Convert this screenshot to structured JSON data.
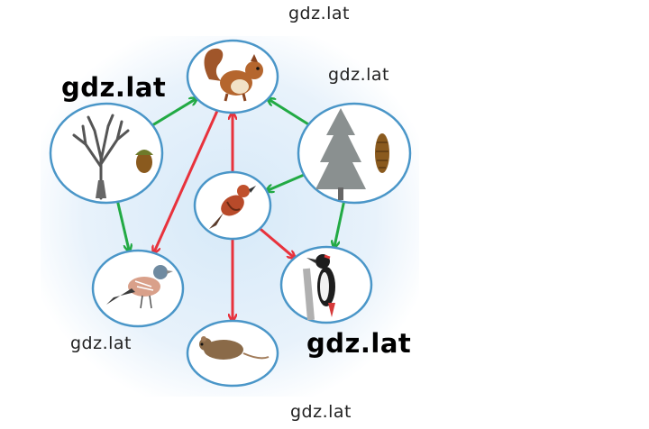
{
  "watermarks": [
    "gdz.lat",
    "gdz.lat",
    "gdz.lat",
    "gdz.lat",
    "gdz.lat",
    "gdz.lat"
  ],
  "nodes": [
    {
      "id": "squirrel",
      "icon": "squirrel-icon"
    },
    {
      "id": "oak",
      "icon": "oak-tree-with-acorn-icon"
    },
    {
      "id": "spruce",
      "icon": "spruce-tree-with-cone-icon"
    },
    {
      "id": "crossbill",
      "icon": "crossbill-bird-icon"
    },
    {
      "id": "chaffinch",
      "icon": "chaffinch-bird-icon"
    },
    {
      "id": "woodpecker",
      "icon": "woodpecker-icon"
    },
    {
      "id": "mouse",
      "icon": "mouse-icon"
    }
  ],
  "edges": [
    {
      "from": "oak",
      "to": "squirrel",
      "color": "#22aa44"
    },
    {
      "from": "spruce",
      "to": "squirrel",
      "color": "#22aa44"
    },
    {
      "from": "spruce",
      "to": "crossbill",
      "color": "#22aa44"
    },
    {
      "from": "oak",
      "to": "chaffinch",
      "color": "#22aa44"
    },
    {
      "from": "spruce",
      "to": "woodpecker",
      "color": "#22aa44"
    },
    {
      "from": "squirrel",
      "to": "chaffinch",
      "color": "#e8323c"
    },
    {
      "from": "crossbill",
      "to": "squirrel",
      "color": "#e8323c"
    },
    {
      "from": "crossbill",
      "to": "woodpecker",
      "color": "#e8323c"
    },
    {
      "from": "crossbill",
      "to": "mouse",
      "color": "#e8323c"
    }
  ],
  "colors": {
    "circle_stroke": "#4a96c8",
    "background_glow": "#dcecf8"
  }
}
